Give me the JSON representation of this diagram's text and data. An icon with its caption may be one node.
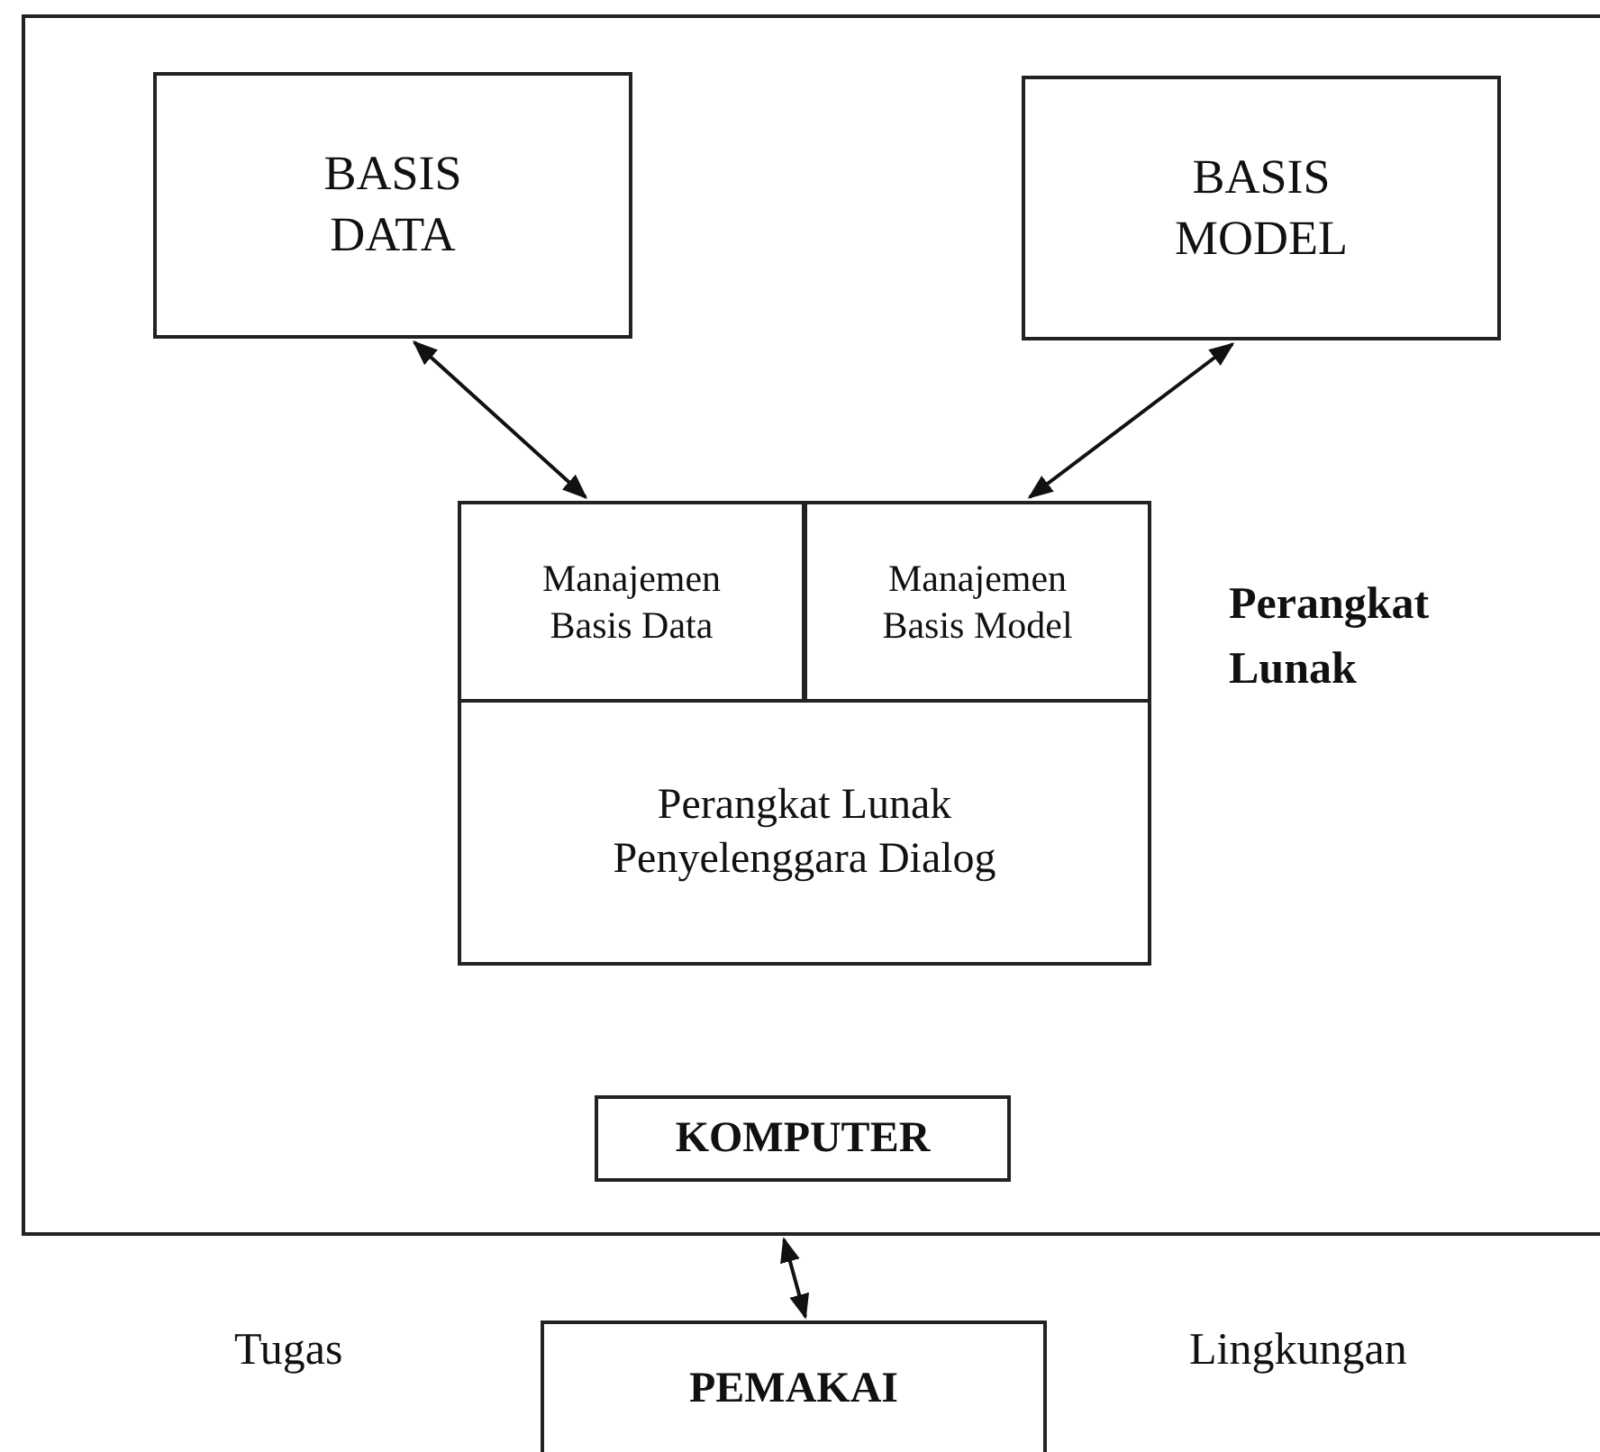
{
  "diagram": {
    "nodes": [
      {
        "text": [],
        "shape": "box"
      },
      {
        "text": [
          "BASIS DATA"
        ],
        "in": 0
      },
      {
        "text": [
          "BASIS MODEL"
        ],
        "in": 0
      },
      {
        "text": [
          "Manajemen Basis Data"
        ],
        "in": 0
      },
      {
        "text": [
          "Manajemen Basis Model"
        ],
        "in": 0
      },
      {
        "text": [
          "Perangkat Lunak Penyelenggara Dialog"
        ],
        "in": 0
      },
      {
        "text": [
          "KOMPUTER"
        ],
        "in": 0
      },
      {
        "text": [
          "PEMAKAI"
        ]
      }
    ],
    "edges": [
      {
        "from": 1,
        "to": 3,
        "arrow": "both"
      },
      {
        "from": 2,
        "to": 4,
        "arrow": "both"
      },
      {
        "from": 0,
        "to": 7,
        "arrow": "both"
      }
    ],
    "labels": [
      "Perangkat Lunak",
      "Tugas",
      "Lingkungan"
    ]
  }
}
